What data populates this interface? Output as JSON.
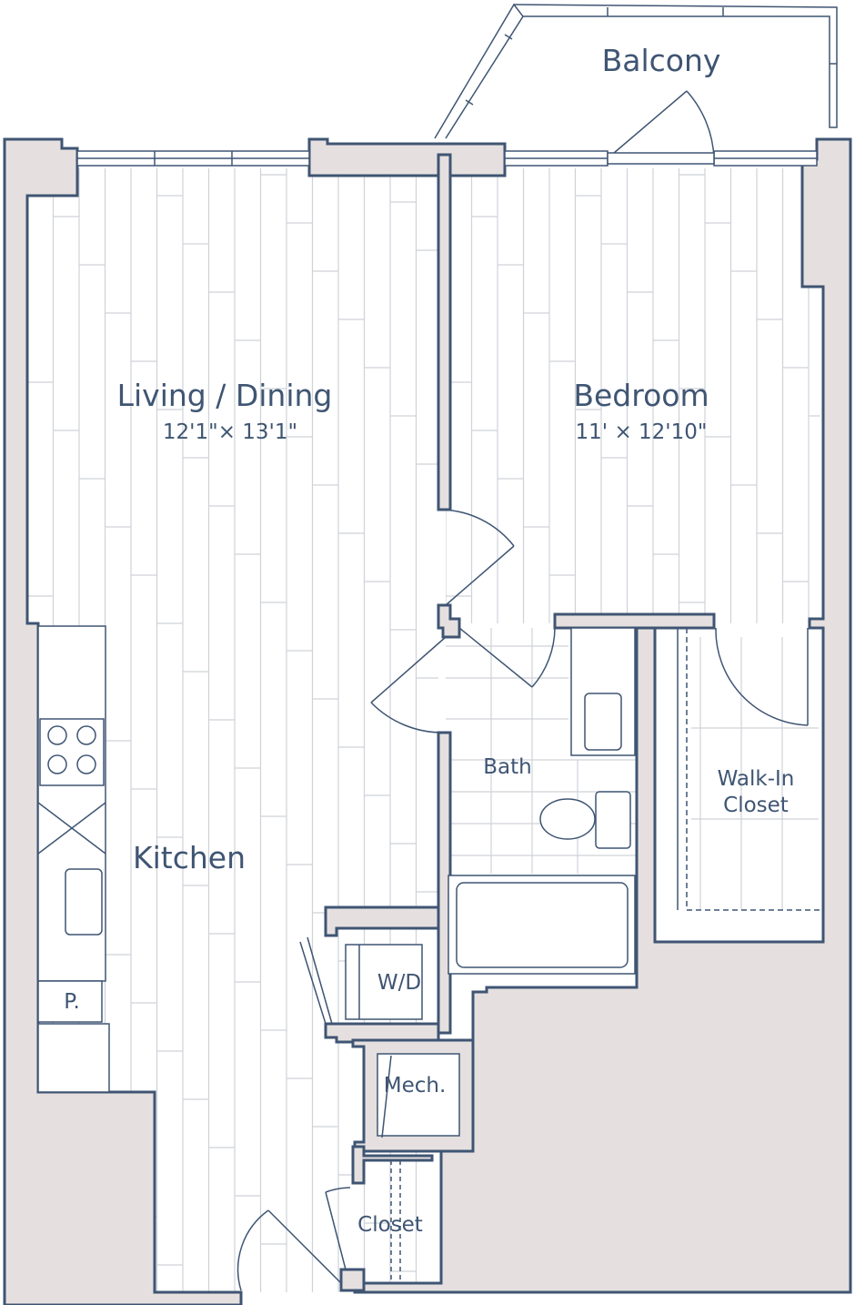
{
  "rooms": {
    "balcony": {
      "label": "Balcony"
    },
    "living": {
      "label": "Living / Dining",
      "dimensions": "12'1\"× 13'1\""
    },
    "bedroom": {
      "label": "Bedroom",
      "dimensions": "11' × 12'10\""
    },
    "kitchen": {
      "label": "Kitchen"
    },
    "bath": {
      "label": "Bath"
    },
    "walkin": {
      "label_line1": "Walk-In",
      "label_line2": "Closet"
    },
    "washer_dryer": {
      "label": "W/D"
    },
    "mech": {
      "label": "Mech."
    },
    "pantry": {
      "label": "P."
    },
    "closet": {
      "label": "Closet"
    }
  },
  "colors": {
    "wall_fill": "#e5e0df",
    "wall_stroke": "#3f5573",
    "floor_line": "#c9ccd2",
    "text": "#3f5573"
  }
}
